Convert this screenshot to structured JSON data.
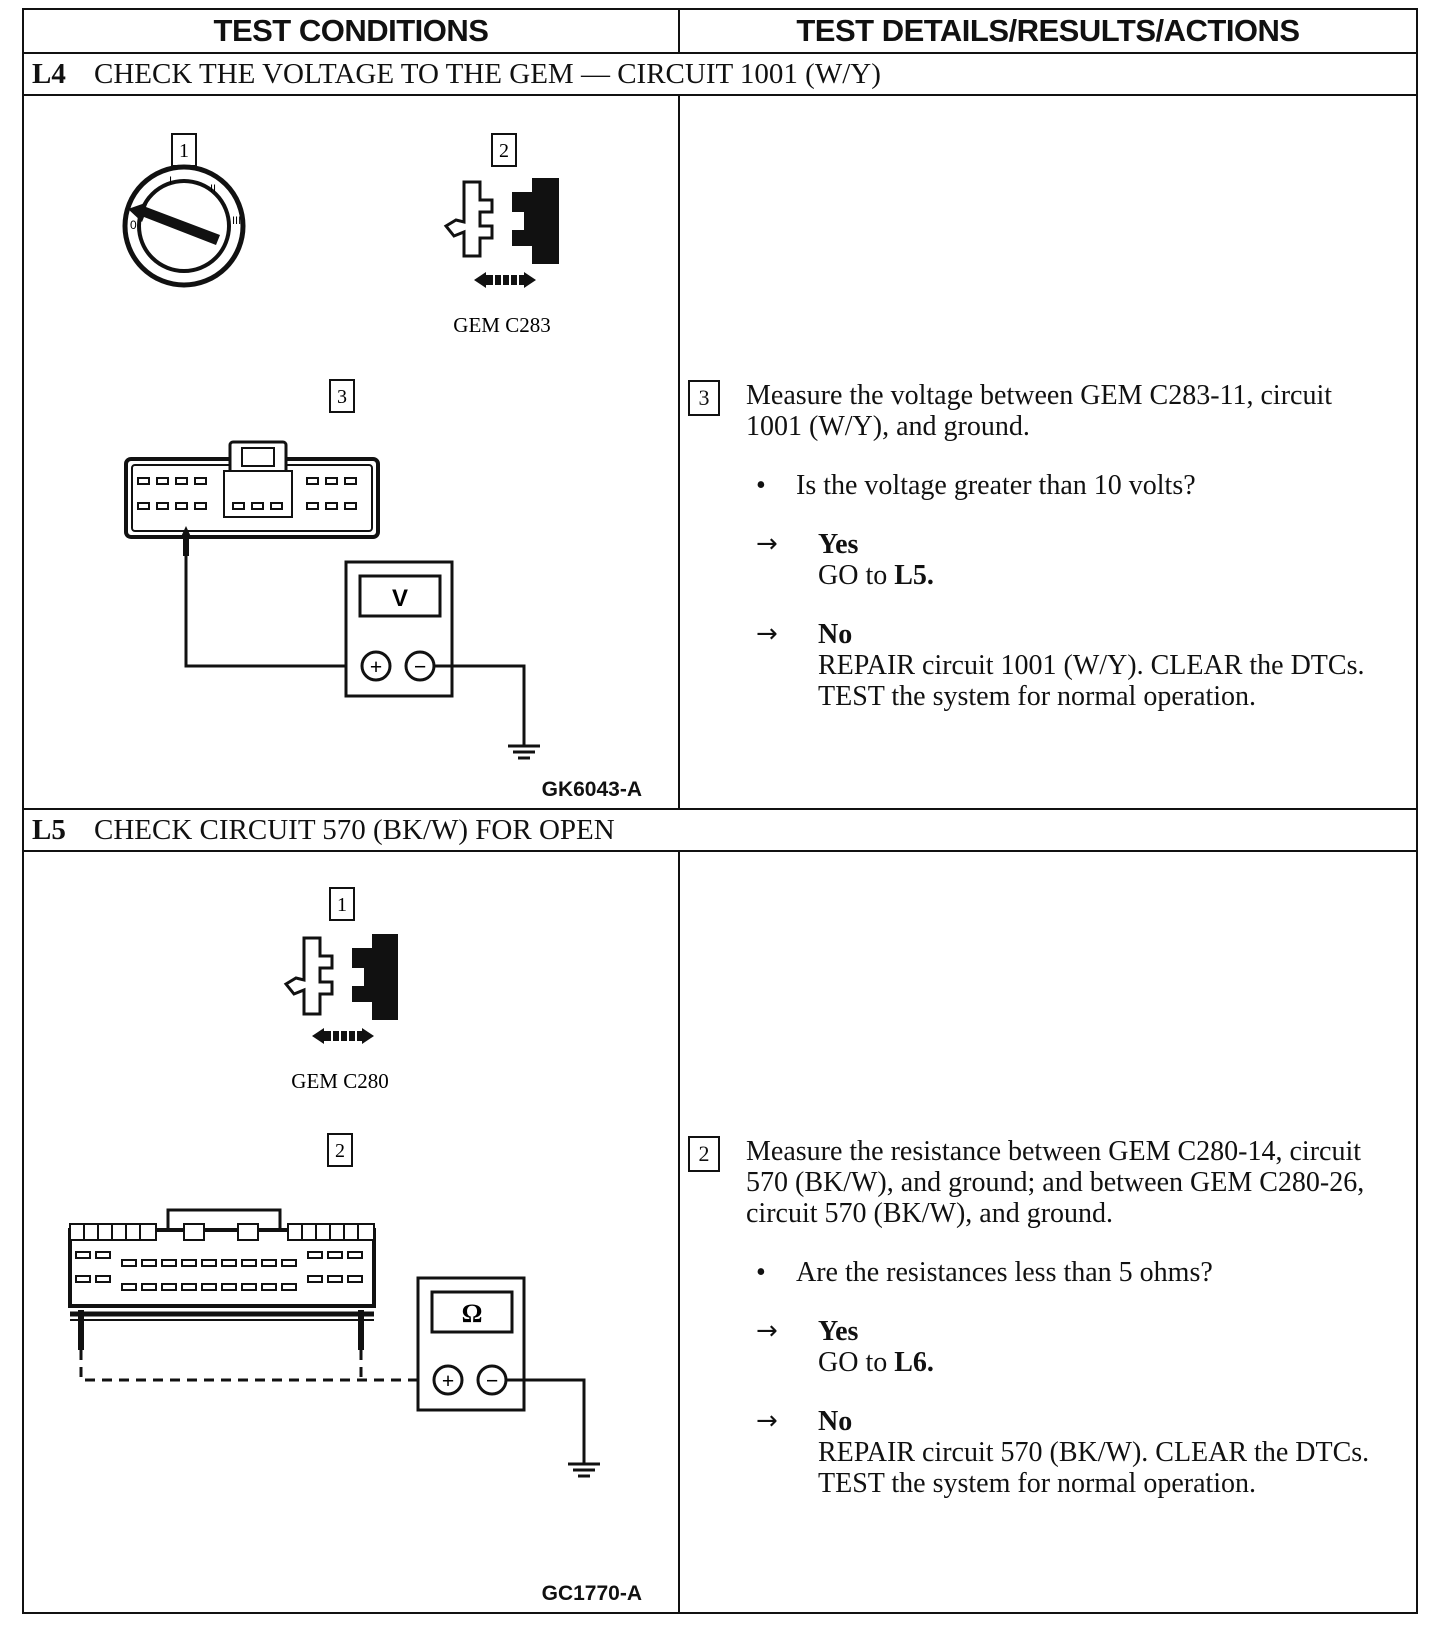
{
  "header": {
    "col_conditions": "TEST CONDITIONS",
    "col_details": "TEST DETAILS/RESULTS/ACTIONS"
  },
  "steps": [
    {
      "code": "L4",
      "title": "CHECK THE VOLTAGE TO THE GEM — CIRCUIT 1001 (W/Y)",
      "figure": {
        "callouts": [
          "1",
          "2",
          "3"
        ],
        "connector_label": "GEM C283",
        "meter_symbol": "V",
        "figure_id": "GK6043-A"
      },
      "action": {
        "number": "3",
        "instruction": "Measure the voltage between GEM C283-11, circuit 1001 (W/Y), and ground.",
        "question": "Is the voltage greater than 10 volts?",
        "yes_label": "Yes",
        "yes_action_prefix": "GO to ",
        "yes_action_target": "L5.",
        "no_label": "No",
        "no_action": "REPAIR circuit 1001 (W/Y). CLEAR the DTCs. TEST the system for normal operation."
      }
    },
    {
      "code": "L5",
      "title": "CHECK CIRCUIT 570 (BK/W) FOR OPEN",
      "figure": {
        "callouts": [
          "1",
          "2"
        ],
        "connector_label": "GEM C280",
        "meter_symbol": "Ω",
        "figure_id": "GC1770-A"
      },
      "action": {
        "number": "2",
        "instruction": "Measure the resistance between GEM C280-14, circuit 570 (BK/W), and ground; and between GEM C280-26, circuit 570 (BK/W), and ground.",
        "question": "Are the resistances less than 5 ohms?",
        "yes_label": "Yes",
        "yes_action_prefix": "GO to ",
        "yes_action_target": "L6.",
        "no_label": "No",
        "no_action": "REPAIR circuit 570 (BK/W). CLEAR the DTCs. TEST the system for normal operation."
      }
    }
  ],
  "symbols": {
    "bullet": "•",
    "arrow": "→",
    "plus": "+",
    "minus": "−"
  }
}
